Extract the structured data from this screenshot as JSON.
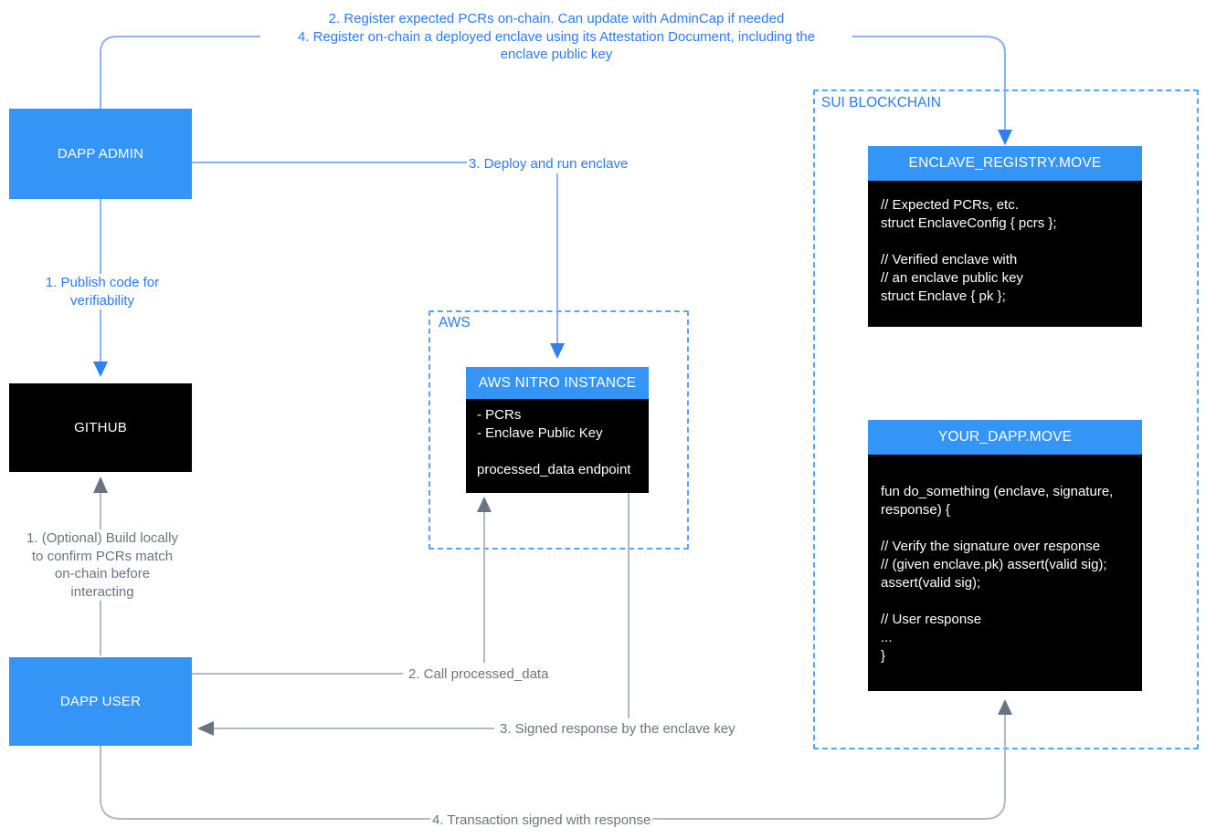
{
  "colors": {
    "node_blue": "#3595F7",
    "node_black": "#000000",
    "annotation_blue": "#2C7BEF",
    "annotation_gray": "#6C7480",
    "dashed_border_blue": "#58A4F6",
    "blue_line": "#8AB3F2",
    "blue_arrowhead": "#2E80F0",
    "gray_line": "#B4BAC3",
    "gray_arrowhead": "#6A7384"
  },
  "top_note": {
    "line1": "2. Register expected PCRs on-chain. Can update with AdminCap if needed",
    "line2": "4. Register on-chain a deployed enclave using its Attestation Document, including the",
    "line3": "enclave public key"
  },
  "nodes": {
    "dapp_admin": {
      "label": "DAPP ADMIN"
    },
    "github": {
      "label": "GITHUB"
    },
    "dapp_user": {
      "label": "DAPP USER"
    },
    "aws": {
      "label": "AWS",
      "nitro": {
        "title": "AWS NITRO INSTANCE",
        "lines": [
          "- PCRs",
          "- Enclave Public Key",
          "",
          "processed_data endpoint"
        ]
      }
    },
    "sui": {
      "label": "SUI BLOCKCHAIN",
      "registry": {
        "title": "ENCLAVE_REGISTRY.MOVE",
        "code": [
          "// Expected PCRs, etc.",
          "struct EnclaveConfig { pcrs };",
          "",
          "// Verified enclave with",
          "// an enclave public key",
          "struct Enclave { pk };"
        ]
      },
      "dapp": {
        "title": "YOUR_DAPP.MOVE",
        "code": [
          "fun do_something (enclave, signature,",
          "response) {",
          "",
          "// Verify the signature over response",
          "// (given enclave.pk) assert(valid sig);",
          "assert(valid sig);",
          "",
          "// User response",
          "...",
          "}"
        ]
      }
    }
  },
  "annotations": {
    "publish": "1. Publish code for verifiability",
    "deploy": "3. Deploy and run enclave",
    "build": "1. (Optional) Build locally to confirm PCRs match on-chain before interacting",
    "call": "2. Call processed_data",
    "signed": "3. Signed response by the enclave key",
    "transaction": "4. Transaction signed with response"
  }
}
